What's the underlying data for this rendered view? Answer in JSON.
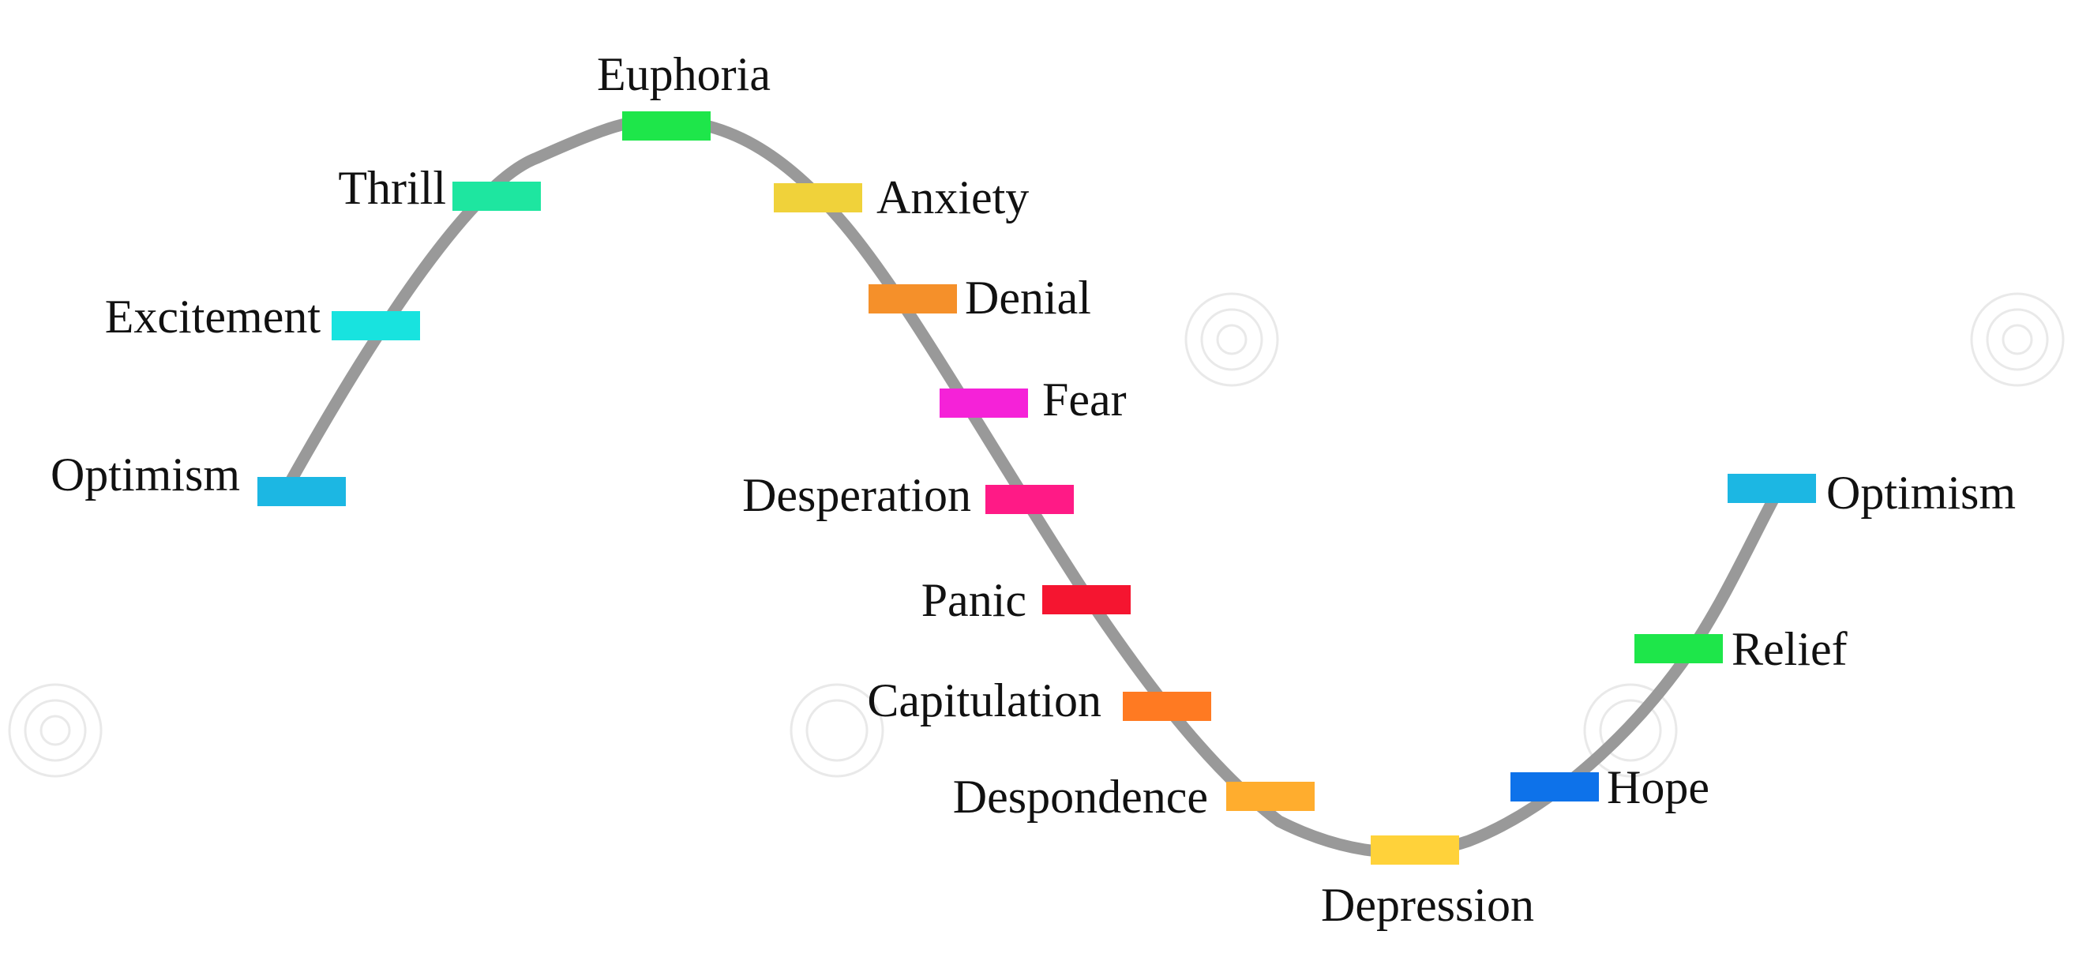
{
  "diagram": {
    "curve_color": "#999999",
    "stages": [
      {
        "label": "Optimism",
        "color": "#1cb7e3"
      },
      {
        "label": "Excitement",
        "color": "#18e3df"
      },
      {
        "label": "Thrill",
        "color": "#1ee6a0"
      },
      {
        "label": "Euphoria",
        "color": "#1ee64a"
      },
      {
        "label": "Anxiety",
        "color": "#f0d23a"
      },
      {
        "label": "Denial",
        "color": "#f5902a"
      },
      {
        "label": "Fear",
        "color": "#f522d8"
      },
      {
        "label": "Desperation",
        "color": "#ff1a86"
      },
      {
        "label": "Panic",
        "color": "#f51530"
      },
      {
        "label": "Capitulation",
        "color": "#ff7a22"
      },
      {
        "label": "Despondence",
        "color": "#ffad2e"
      },
      {
        "label": "Depression",
        "color": "#ffd23a"
      },
      {
        "label": "Hope",
        "color": "#0d72ea"
      },
      {
        "label": "Relief",
        "color": "#1ee64a"
      },
      {
        "label": "Optimism",
        "color": "#1cb7e3"
      }
    ]
  }
}
